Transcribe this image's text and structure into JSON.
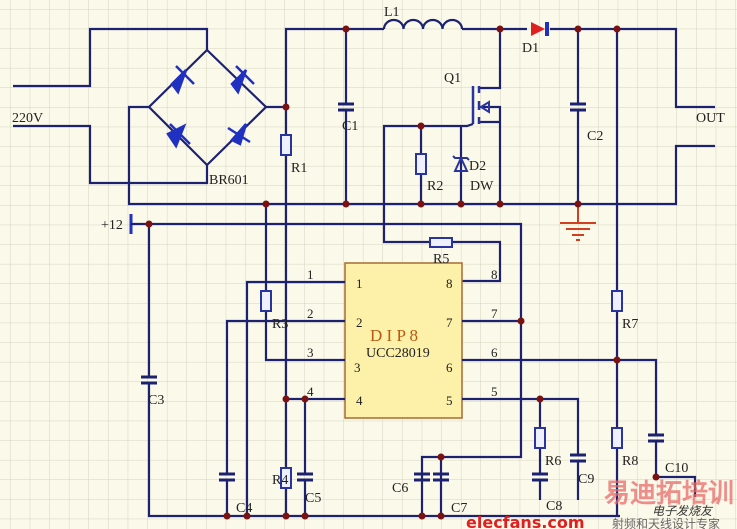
{
  "labels": {
    "input": "220V",
    "output": "OUT",
    "supply": "+12",
    "bridge": "BR601",
    "l1": "L1",
    "d1": "D1",
    "q1": "Q1",
    "d2": "D2",
    "dw": "DW",
    "r1": "R1",
    "r2": "R2",
    "r3": "R3",
    "r4": "R4",
    "r5": "R5",
    "r6": "R6",
    "r7": "R7",
    "r8": "R8",
    "c1": "C1",
    "c2": "C2",
    "c3": "C3",
    "c4": "C4",
    "c5": "C5",
    "c6": "C6",
    "c7": "C7",
    "c8": "C8",
    "c9": "C9",
    "c10": "C10"
  },
  "ic": {
    "package": "D I P 8",
    "part": "UCC28019",
    "pins_left": [
      "1",
      "2",
      "3",
      "4"
    ],
    "pins_right": [
      "8",
      "7",
      "6",
      "5"
    ],
    "net_left": [
      "1",
      "2",
      "3",
      "4"
    ],
    "net_right": [
      "8",
      "7",
      "6",
      "5"
    ]
  },
  "watermark": {
    "site": "elecfans.com",
    "brand_cn": "易迪拓培训",
    "brand2_cn": "电子发烧友",
    "slogan_cn": "射频和天线设计专家"
  },
  "colors": {
    "wire": "#1c2270",
    "junction": "#7a1212",
    "diode_d1": "#e02020",
    "ground": "#d04020",
    "ic_fill": "#fdf0a8"
  }
}
